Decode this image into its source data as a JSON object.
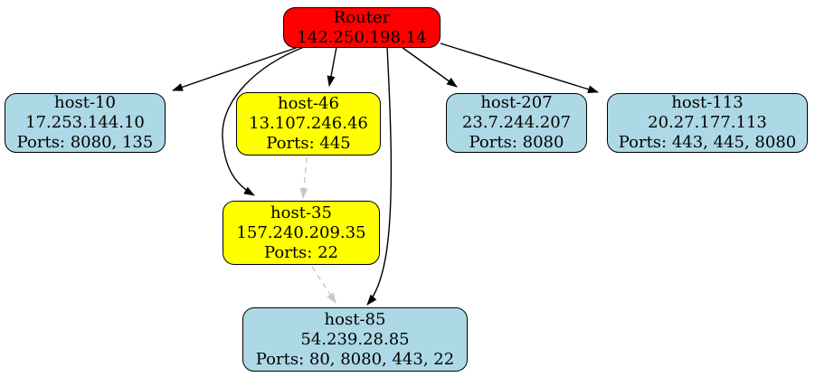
{
  "diagram": {
    "kind": "network-topology-graph",
    "background": "#ffffff"
  },
  "colors": {
    "router_fill": "#ff0000",
    "host_fill": "#add8e6",
    "highlight_fill": "#ffff00",
    "node_border": "#000000",
    "text": "#000000",
    "solid_edge": "#000000",
    "dashed_edge": "#c8c8c8"
  },
  "nodes": {
    "router": {
      "name": "Router",
      "ip": "142.250.198.14",
      "fill": "#ff0000"
    },
    "host10": {
      "name": "host-10",
      "ip": "17.253.144.10",
      "ports": "Ports: 8080, 135",
      "fill": "#add8e6"
    },
    "host46": {
      "name": "host-46",
      "ip": "13.107.246.46",
      "ports": "Ports: 445",
      "fill": "#ffff00"
    },
    "host207": {
      "name": "host-207",
      "ip": "23.7.244.207",
      "ports": "Ports: 8080",
      "fill": "#add8e6"
    },
    "host113": {
      "name": "host-113",
      "ip": "20.27.177.113",
      "ports": "Ports: 443, 445, 8080",
      "fill": "#add8e6"
    },
    "host35": {
      "name": "host-35",
      "ip": "157.240.209.35",
      "ports": "Ports: 22",
      "fill": "#ffff00"
    },
    "host85": {
      "name": "host-85",
      "ip": "54.239.28.85",
      "ports": "Ports: 80, 8080, 443, 22",
      "fill": "#add8e6"
    }
  },
  "edges": [
    {
      "from": "Router",
      "to": "host-10",
      "style": "solid"
    },
    {
      "from": "Router",
      "to": "host-46",
      "style": "solid"
    },
    {
      "from": "Router",
      "to": "host-35",
      "style": "solid"
    },
    {
      "from": "Router",
      "to": "host-85",
      "style": "solid"
    },
    {
      "from": "Router",
      "to": "host-207",
      "style": "solid"
    },
    {
      "from": "Router",
      "to": "host-113",
      "style": "solid"
    },
    {
      "from": "host-46",
      "to": "host-35",
      "style": "dashed"
    },
    {
      "from": "host-35",
      "to": "host-85",
      "style": "dashed"
    }
  ]
}
